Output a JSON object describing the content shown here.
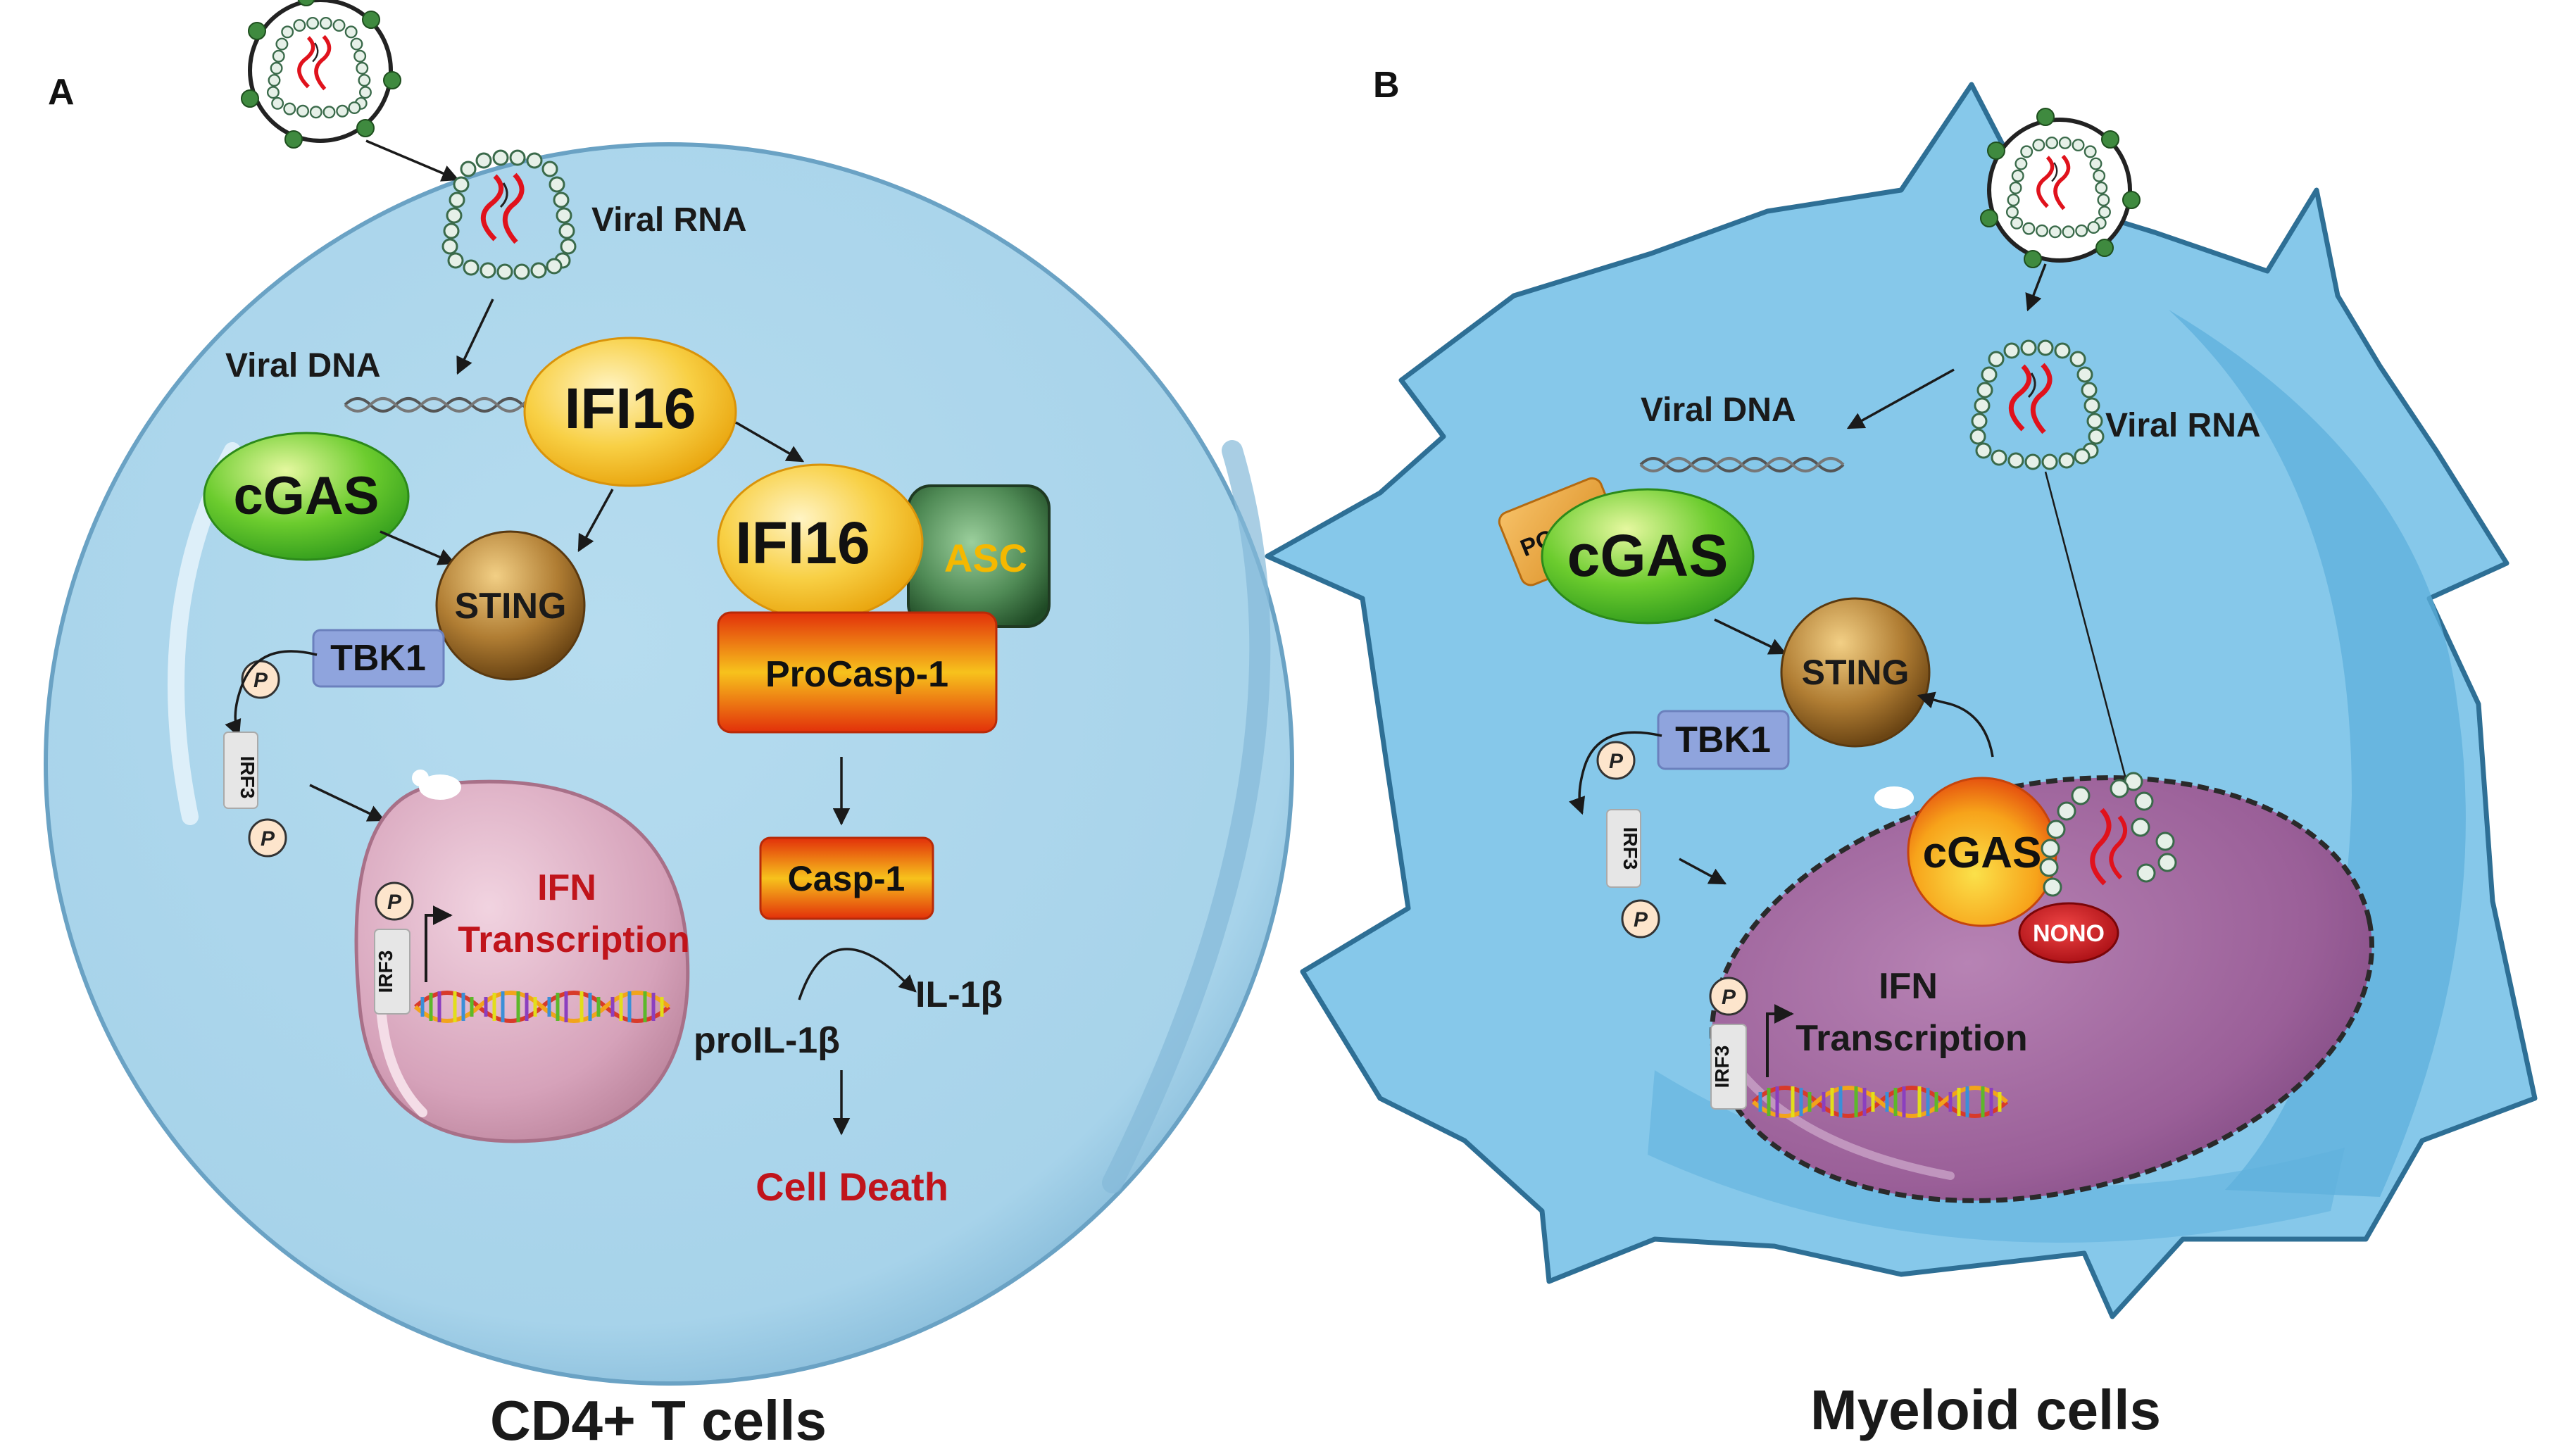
{
  "panel_a": {
    "letter": "A",
    "caption": "CD4+ T cells",
    "viral_rna": "Viral RNA",
    "viral_dna": "Viral DNA",
    "ifi16_top": "IFI16",
    "cgas": "cGAS",
    "sting": "STING",
    "tbk1": "TBK1",
    "irf3_cyto": "IRF3",
    "irf3_nuc": "IRF3",
    "phos_tbk1": "P",
    "phos_irf3": "P",
    "phos_nuc": "P",
    "ifn_line1": "IFN",
    "ifn_line2": "Transcription",
    "ifi16_complex": "IFI16",
    "asc": "ASC",
    "procasp": "ProCasp-1",
    "casp": "Casp-1",
    "il1b": "IL-1β",
    "proil1b": "proIL-1β",
    "cell_death": "Cell Death"
  },
  "panel_b": {
    "letter": "B",
    "caption": "Myeloid cells",
    "viral_dna": "Viral DNA",
    "viral_rna": "Viral RNA",
    "pqbp1": "PQBP1",
    "cgas": "cGAS",
    "sting": "STING",
    "tbk1": "TBK1",
    "irf3_cyto": "IRF3",
    "irf3_nuc": "IRF3",
    "phos_tbk1": "P",
    "phos_irf3": "P",
    "phos_nuc": "P",
    "cgas_nuc": "cGAS",
    "nono": "NONO",
    "ifn_line1": "IFN",
    "ifn_line2": "Transcription"
  },
  "colors": {
    "cell_a": "#a7d3ea",
    "cell_b": "#86c8ea",
    "nucleus_a": "#d8a7bd",
    "nucleus_b": "#9a5f98",
    "ifi16": "#f7c530",
    "cgas": "#57bf2c",
    "sting": "#9a6a2a",
    "tbk1": "#8fa4dd",
    "asc": "#3e6b42",
    "casp": "#e0420c",
    "red_text": "#c0141b",
    "nono": "#d1101a"
  }
}
